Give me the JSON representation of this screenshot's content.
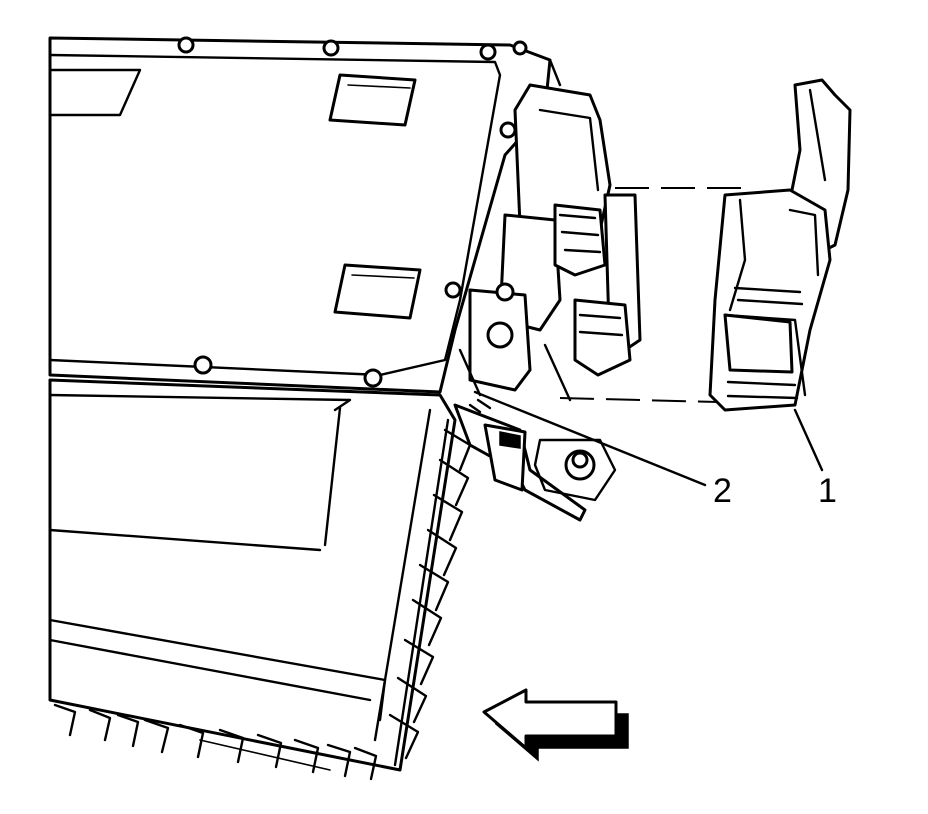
{
  "diagram": {
    "callouts": [
      {
        "id": "1",
        "label": "1"
      },
      {
        "id": "2",
        "label": "2"
      }
    ],
    "colors": {
      "line": "#000000",
      "fill": "#ffffff"
    },
    "icons": {
      "direction_arrow": "arrow-left-icon"
    }
  }
}
